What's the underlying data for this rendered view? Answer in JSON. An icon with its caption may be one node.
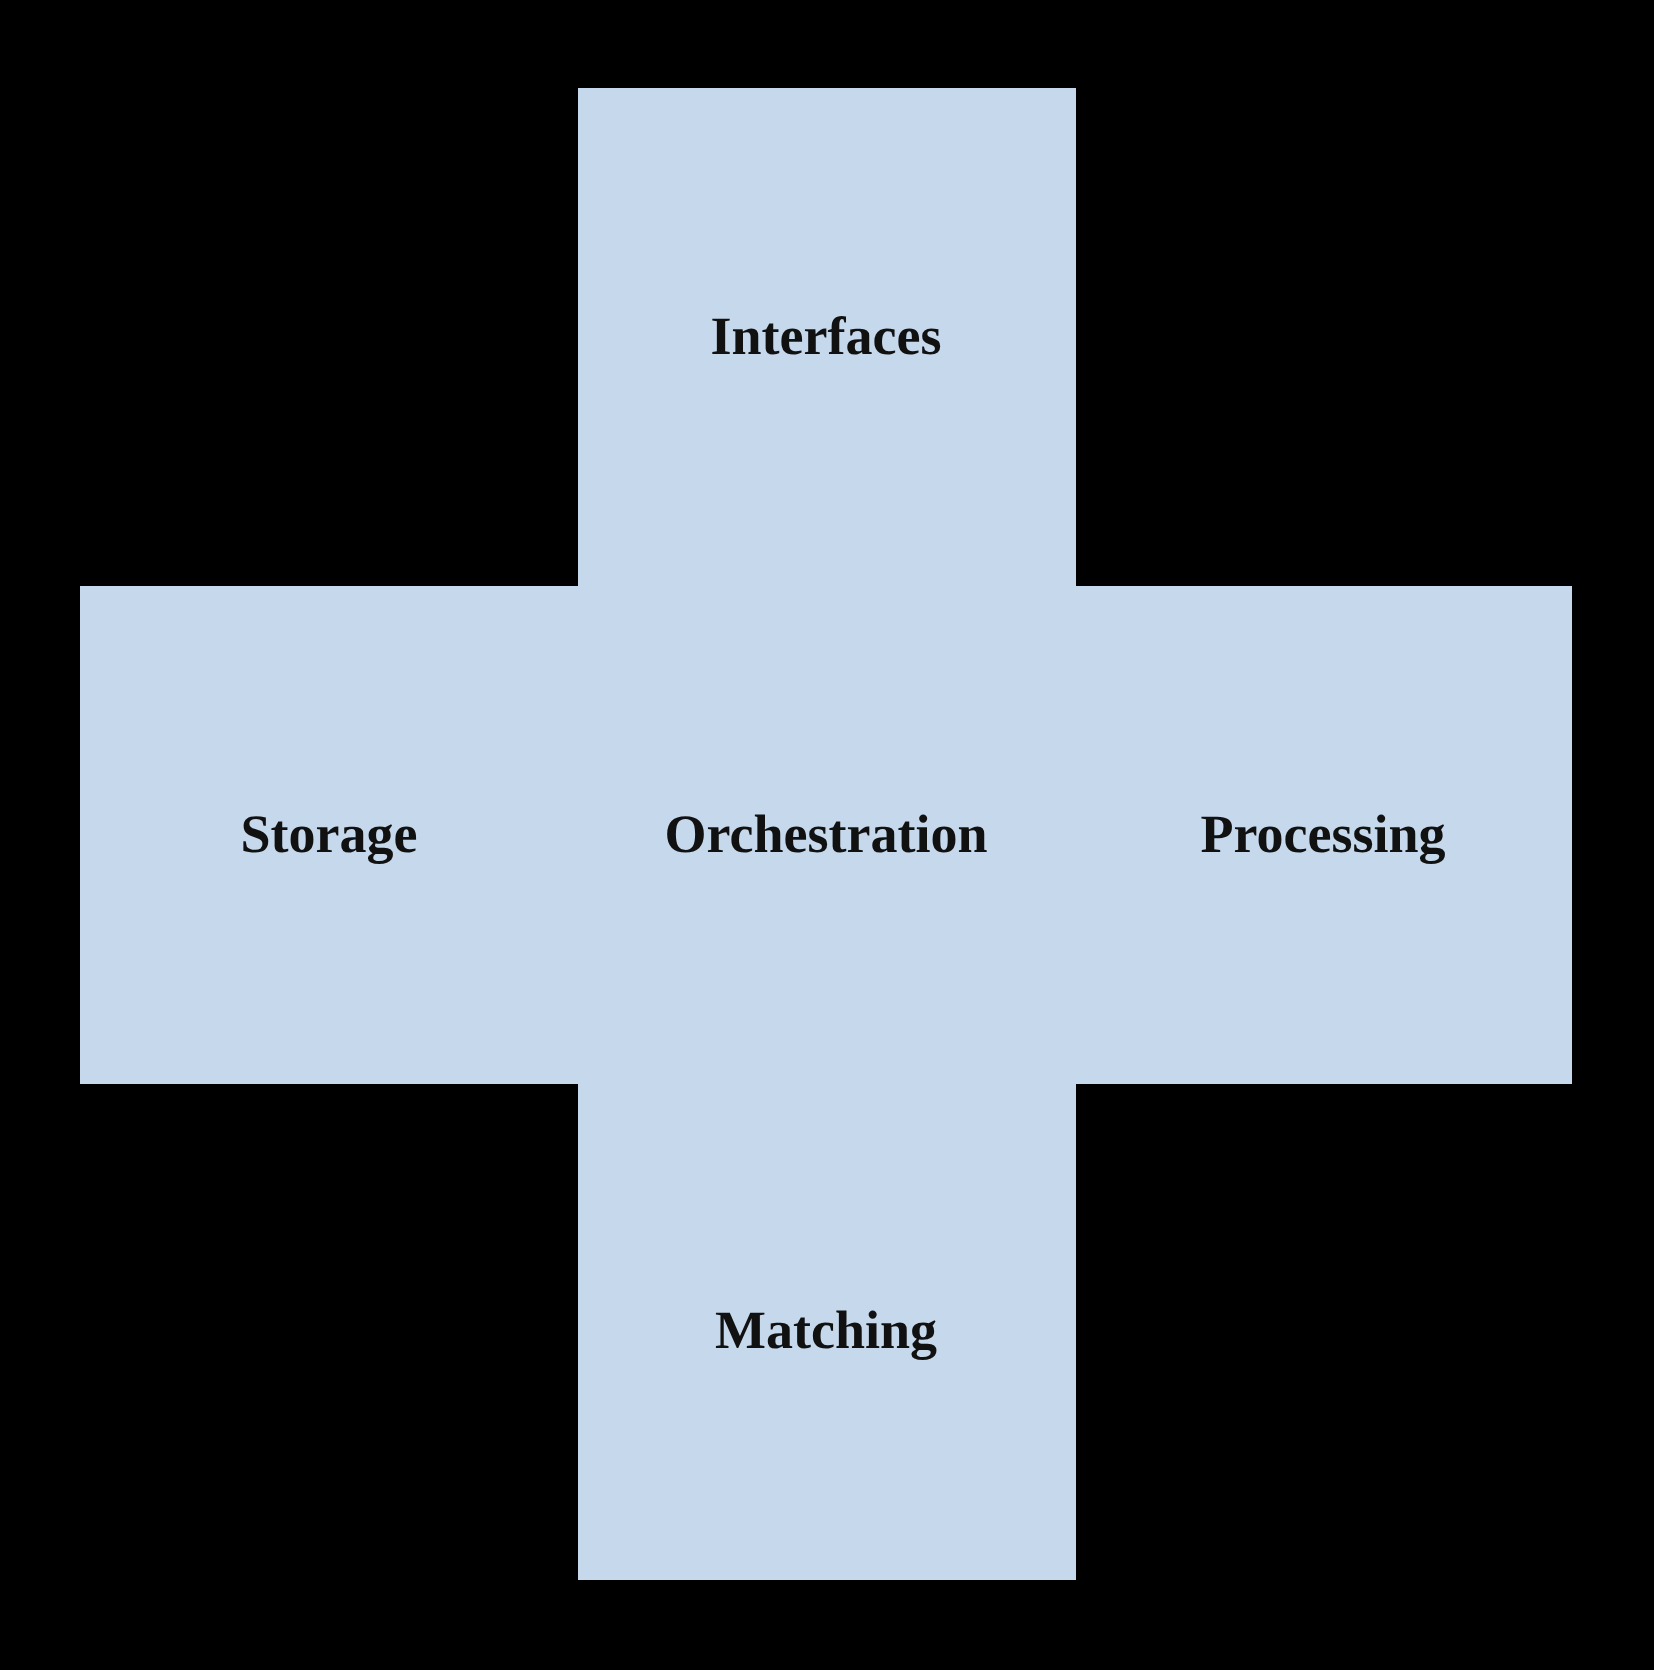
{
  "diagram": {
    "nodes": [
      {
        "text": [
          "Interfaces"
        ]
      },
      {
        "text": [
          "Storage"
        ]
      },
      {
        "text": [
          "Orchestration"
        ]
      },
      {
        "text": [
          "Processing"
        ]
      },
      {
        "text": [
          "Matching"
        ]
      }
    ]
  }
}
